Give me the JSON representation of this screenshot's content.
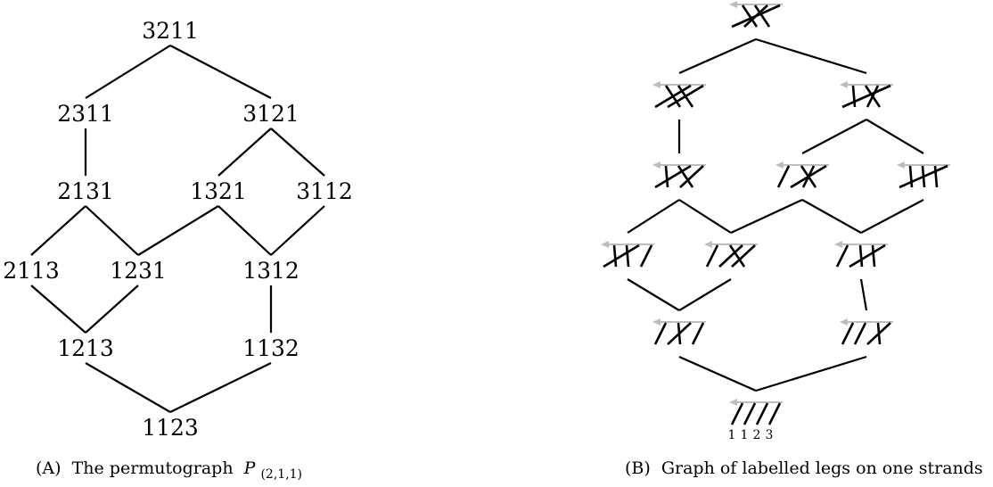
{
  "caption_a": {
    "tag": "(A)",
    "text": "The permutograph",
    "math_base": "P",
    "math_sub": "(2,1,1)"
  },
  "caption_b": {
    "tag": "(B)",
    "text": "Graph of labelled legs on one strands"
  },
  "permutograph": {
    "nodes": [
      "3211",
      "2311",
      "3121",
      "2131",
      "1321",
      "3112",
      "2113",
      "1231",
      "1312",
      "1213",
      "1132",
      "1123"
    ],
    "edges": [
      [
        "3211",
        "2311"
      ],
      [
        "3211",
        "3121"
      ],
      [
        "2311",
        "2131"
      ],
      [
        "3121",
        "1321"
      ],
      [
        "3121",
        "3112"
      ],
      [
        "2131",
        "2113"
      ],
      [
        "2131",
        "1231"
      ],
      [
        "1321",
        "1231"
      ],
      [
        "1321",
        "1312"
      ],
      [
        "3112",
        "1312"
      ],
      [
        "2113",
        "1213"
      ],
      [
        "1231",
        "1213"
      ],
      [
        "1312",
        "1132"
      ],
      [
        "1213",
        "1123"
      ],
      [
        "1132",
        "1123"
      ]
    ]
  },
  "legs_graph": {
    "bottom_leg_labels": [
      "1",
      "1",
      "2",
      "3"
    ],
    "strand_color": "#bdbdbd",
    "nodes": [
      "3211",
      "2311",
      "3121",
      "2131",
      "1321",
      "3112",
      "2113",
      "1231",
      "1312",
      "1213",
      "1132",
      "1123"
    ],
    "edges": [
      [
        "3211",
        "2311"
      ],
      [
        "3211",
        "3121"
      ],
      [
        "2311",
        "2131"
      ],
      [
        "3121",
        "1321"
      ],
      [
        "3121",
        "3112"
      ],
      [
        "2131",
        "2113"
      ],
      [
        "2131",
        "1231"
      ],
      [
        "1321",
        "1231"
      ],
      [
        "1321",
        "1312"
      ],
      [
        "3112",
        "1312"
      ],
      [
        "2113",
        "1213"
      ],
      [
        "1231",
        "1213"
      ],
      [
        "1312",
        "1132"
      ],
      [
        "1213",
        "1123"
      ],
      [
        "1132",
        "1123"
      ]
    ]
  }
}
